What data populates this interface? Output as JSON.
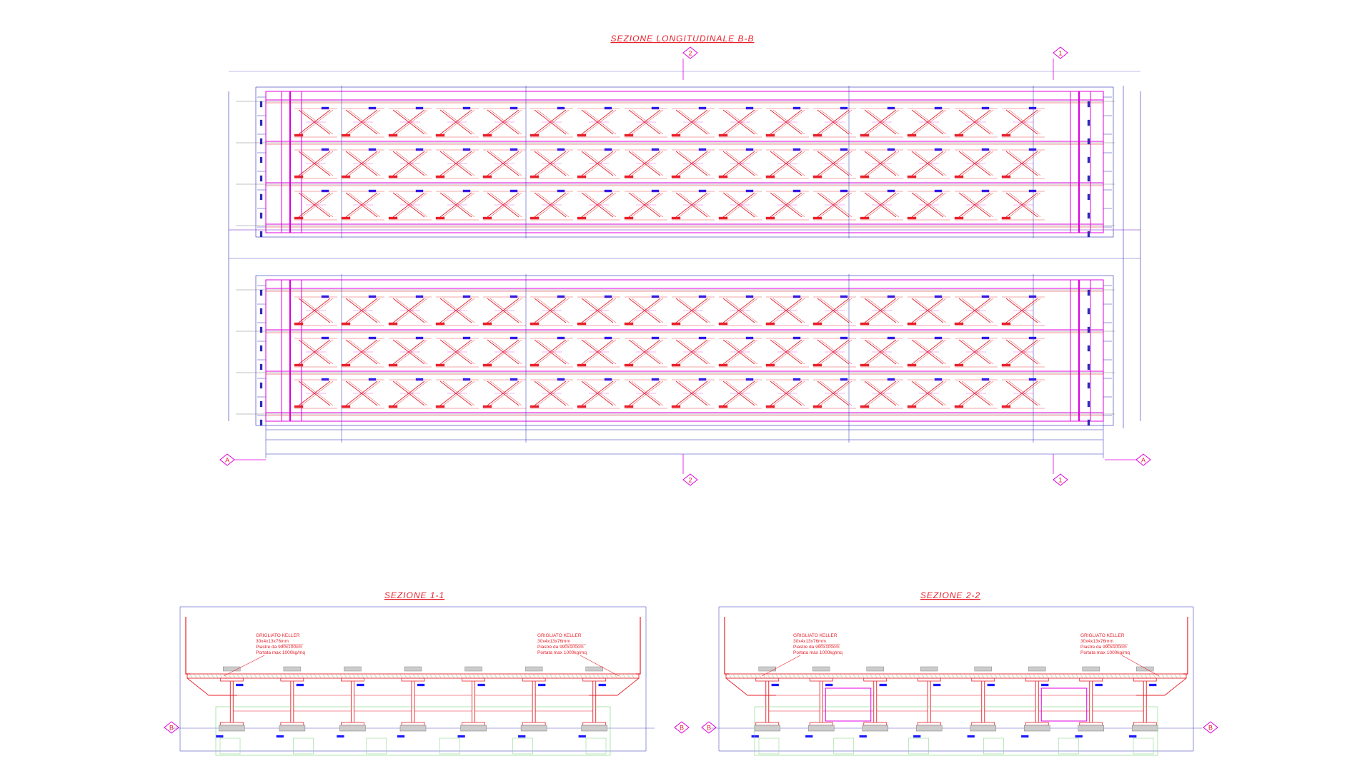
{
  "titles": {
    "longitudinal": "SEZIONE LONGITUDINALE B-B",
    "section1": "SEZIONE 1-1",
    "section2": "SEZIONE 2-2"
  },
  "section_tags": {
    "A": "A",
    "B": "B",
    "one": "1",
    "two": "2"
  },
  "notes": {
    "grating_title": "GRIGLIATO KELLER",
    "grating_size": "30x4x13x76mm",
    "grating_plates": "Piastre da 990x100cm",
    "grating_load": "Portata max 1000kg/mq"
  },
  "colors": {
    "structure": "#e8202a",
    "magenta": "#e000e0",
    "dimension": "#2a2ab8",
    "label_blue": "#1a1aff",
    "ground_green": "#7ad27a",
    "bg": "#ffffff"
  }
}
